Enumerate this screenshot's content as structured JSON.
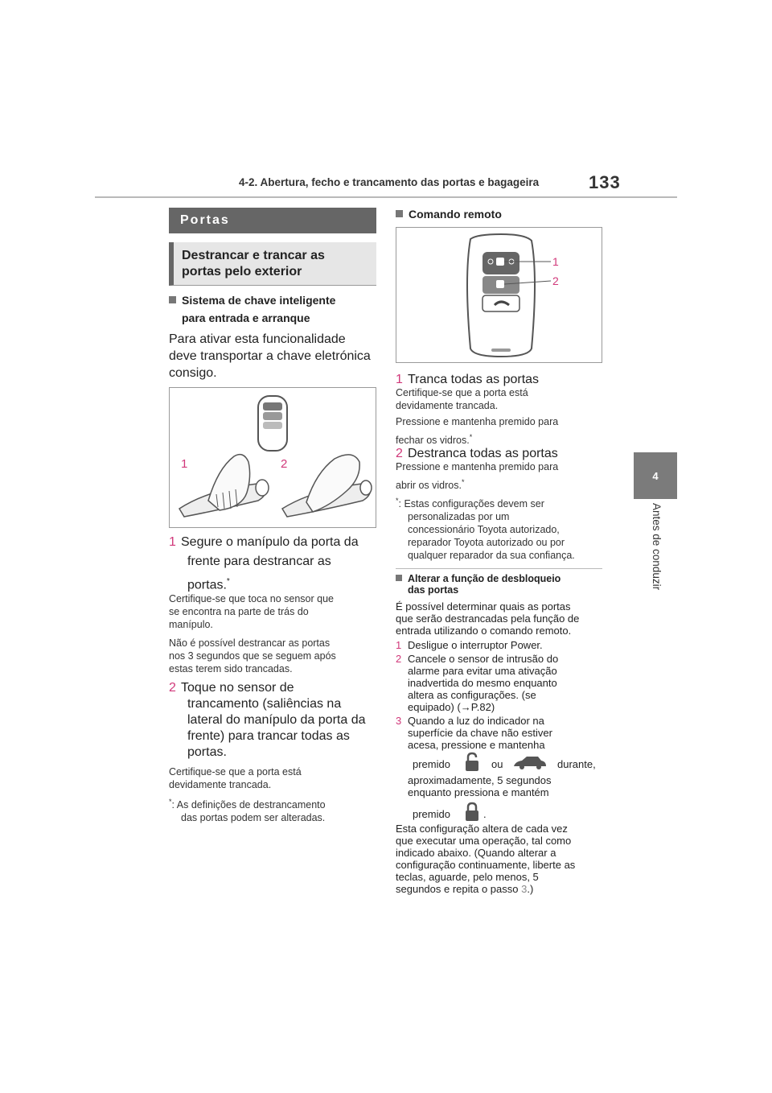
{
  "header": {
    "section_title": "4-2. Abertura, fecho e trancamento das portas e bagageira",
    "page_number": "133"
  },
  "side_tab": {
    "number": "4",
    "label": "Antes de conduzir"
  },
  "left": {
    "section_heading": "Portas",
    "subsection_heading_line1": "Destrancar e trancar as",
    "subsection_heading_line2": "portas pelo exterior",
    "bullet_line1": "Sistema de chave inteligente",
    "bullet_line2": "para entrada e arranque",
    "intro_line1": "Para ativar esta funcionalidade",
    "intro_line2": "deve transportar a chave eletrónica",
    "intro_line3": "consigo.",
    "figure_labels": [
      "1",
      "2"
    ],
    "step1": {
      "num": "1",
      "line1": "Segure o manípulo da porta da",
      "line2": "frente para destrancar as",
      "line3": "portas.",
      "sup": "*",
      "note1_line1": "Certifique-se que toca no sensor que",
      "note1_line2": "se encontra na parte de trás do",
      "note1_line3": "manípulo.",
      "note2_line1": "Não é possível destrancar as portas",
      "note2_line2": "nos 3 segundos que se seguem após",
      "note2_line3": "estas terem sido trancadas."
    },
    "step2": {
      "num": "2",
      "line1": "Toque no sensor de",
      "line2": "trancamento (saliências na",
      "line3": "lateral do manípulo da porta da",
      "line4": "frente) para trancar todas as",
      "line5": "portas.",
      "note_line1": "Certifique-se que a porta está",
      "note_line2": "devidamente trancada."
    },
    "footnote_mark": "*",
    "footnote_line1": ": As definições de destrancamento",
    "footnote_line2": "das portas podem ser alteradas."
  },
  "right": {
    "bullet": "Comando remoto",
    "figure_labels": [
      "1",
      "2"
    ],
    "item1": {
      "num": "1",
      "title": "Tranca todas as portas",
      "note_line1": "Certifique-se que a porta está",
      "note_line2": "devidamente trancada.",
      "note_line3": "Pressione e mantenha premido para",
      "note_line4": "fechar os vidros.",
      "sup": "*"
    },
    "item2": {
      "num": "2",
      "title": "Destranca todas as portas",
      "note_line1": "Pressione e mantenha premido para",
      "note_line2": "abrir os vidros.",
      "sup": "*"
    },
    "footnote_mark": "*",
    "footnote_line1": ": Estas configurações devem ser",
    "footnote_line2": "personalizadas por um",
    "footnote_line3": "concessionário Toyota autorizado,",
    "footnote_line4": "reparador Toyota autorizado ou por",
    "footnote_line5": "qualquer reparador da sua confiança.",
    "sub_heading_line1": "Alterar a função de desbloqueio",
    "sub_heading_line2": "das portas",
    "para1_line1": "É possível determinar quais as portas",
    "para1_line2": "que serão destrancadas pela função de",
    "para1_line3": "entrada utilizando o comando remoto.",
    "list": [
      {
        "num": "1",
        "lines": [
          "Desligue o interruptor Power."
        ]
      },
      {
        "num": "2",
        "lines": [
          "Cancele o sensor de intrusão do",
          "alarme para evitar uma ativação",
          "inadvertida do mesmo enquanto",
          "altera as configurações. (se",
          "equipado) (→P.82)"
        ]
      },
      {
        "num": "3",
        "lines": [
          "Quando a luz do indicador na",
          "superfície da chave não estiver",
          "acesa, pressione e mantenha"
        ]
      }
    ],
    "l3_premido": "premido",
    "l3_ou": "ou",
    "l3_durante": "durante,",
    "l3_line5": "aproximadamente, 5 segundos",
    "l3_line6": "enquanto pressiona e mantém",
    "l3_premido2": "premido",
    "l3_period": ".",
    "final_line1": "Esta configuração altera de cada vez",
    "final_line2": "que executar uma operação, tal como",
    "final_line3": "indicado abaixo. (Quando alterar a",
    "final_line4": "configuração continuamente, liberte as",
    "final_line5": "teclas, aguarde, pelo menos, 5",
    "final_line6": "segundos e repita o passo",
    "final_step": "3",
    "final_end": ".)"
  },
  "colors": {
    "accent": "#d1387a",
    "tab": "#7b7b7b",
    "heading_bg": "#666666"
  }
}
